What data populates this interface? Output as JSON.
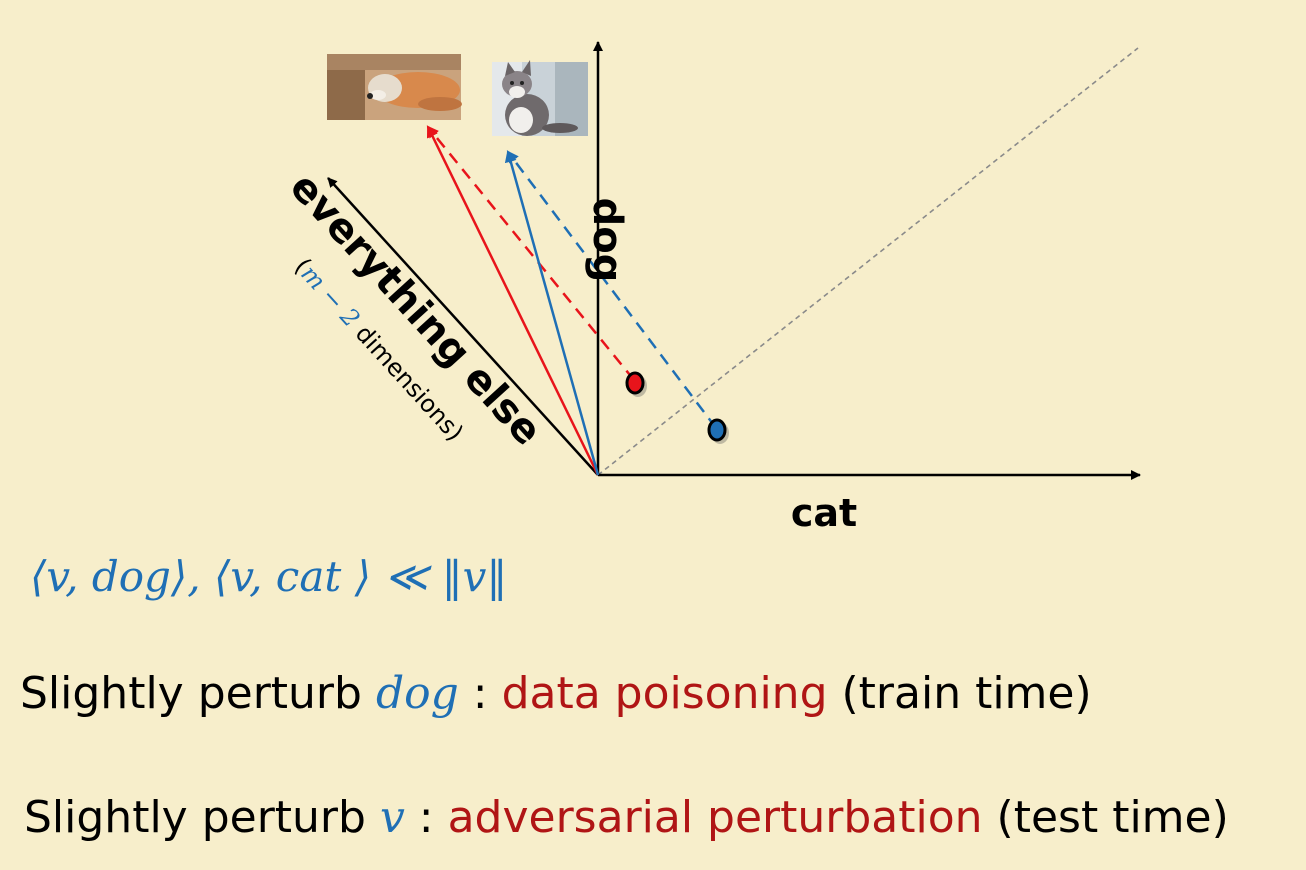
{
  "axes": {
    "dog_label": "dog",
    "cat_label": "cat",
    "everything_label": "everything else",
    "dims_open": "(",
    "dims_math": "m − 2",
    "dims_rest": " dimensions)"
  },
  "images": {
    "dog": "dog-photo",
    "cat": "cat-photo"
  },
  "formula": "⟨v, dog⟩, ⟨v, cat ⟩ ≪ ‖v‖",
  "line1": {
    "prefix": "Slightly perturb ",
    "math": "dog",
    "sep": " : ",
    "highlight": "data poisoning",
    "suffix": " (train time)"
  },
  "line2": {
    "prefix": "Slightly perturb ",
    "math": "v",
    "sep": " : ",
    "highlight": "adversarial perturbation",
    "suffix": " (test time)"
  },
  "colors": {
    "background": "#f7eecb",
    "red": "#e8141b",
    "blue": "#1f6fb5",
    "dark_red": "#b01515"
  }
}
